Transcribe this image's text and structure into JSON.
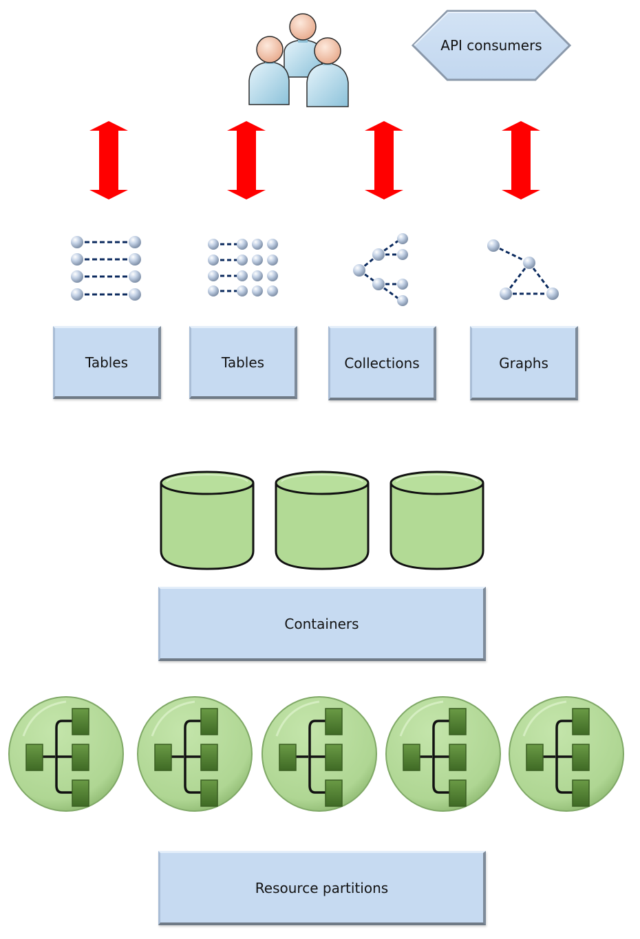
{
  "diagram": {
    "consumers": {
      "icon": "users-group-icon",
      "label": "API consumers"
    },
    "arrows": {
      "icon": "double-arrow-vertical-icon",
      "color": "#ff0000",
      "count": 4
    },
    "models": [
      {
        "label": "Tables",
        "icon": "key-value-rows-icon"
      },
      {
        "label": "Tables",
        "icon": "column-family-icon"
      },
      {
        "label": "Collections",
        "icon": "document-tree-icon"
      },
      {
        "label": "Graphs",
        "icon": "graph-network-icon"
      }
    ],
    "containers": {
      "label": "Containers",
      "icon": "database-cylinder-icon",
      "cylinder_count": 3
    },
    "partitions": {
      "label": "Resource partitions",
      "icon": "partition-hierarchy-icon",
      "partition_count": 5
    },
    "colors": {
      "box_fill": "#c6daf1",
      "green_fill": "#b2da95",
      "dark_green": "#548235",
      "node_dash": "#0b2a5e"
    }
  }
}
